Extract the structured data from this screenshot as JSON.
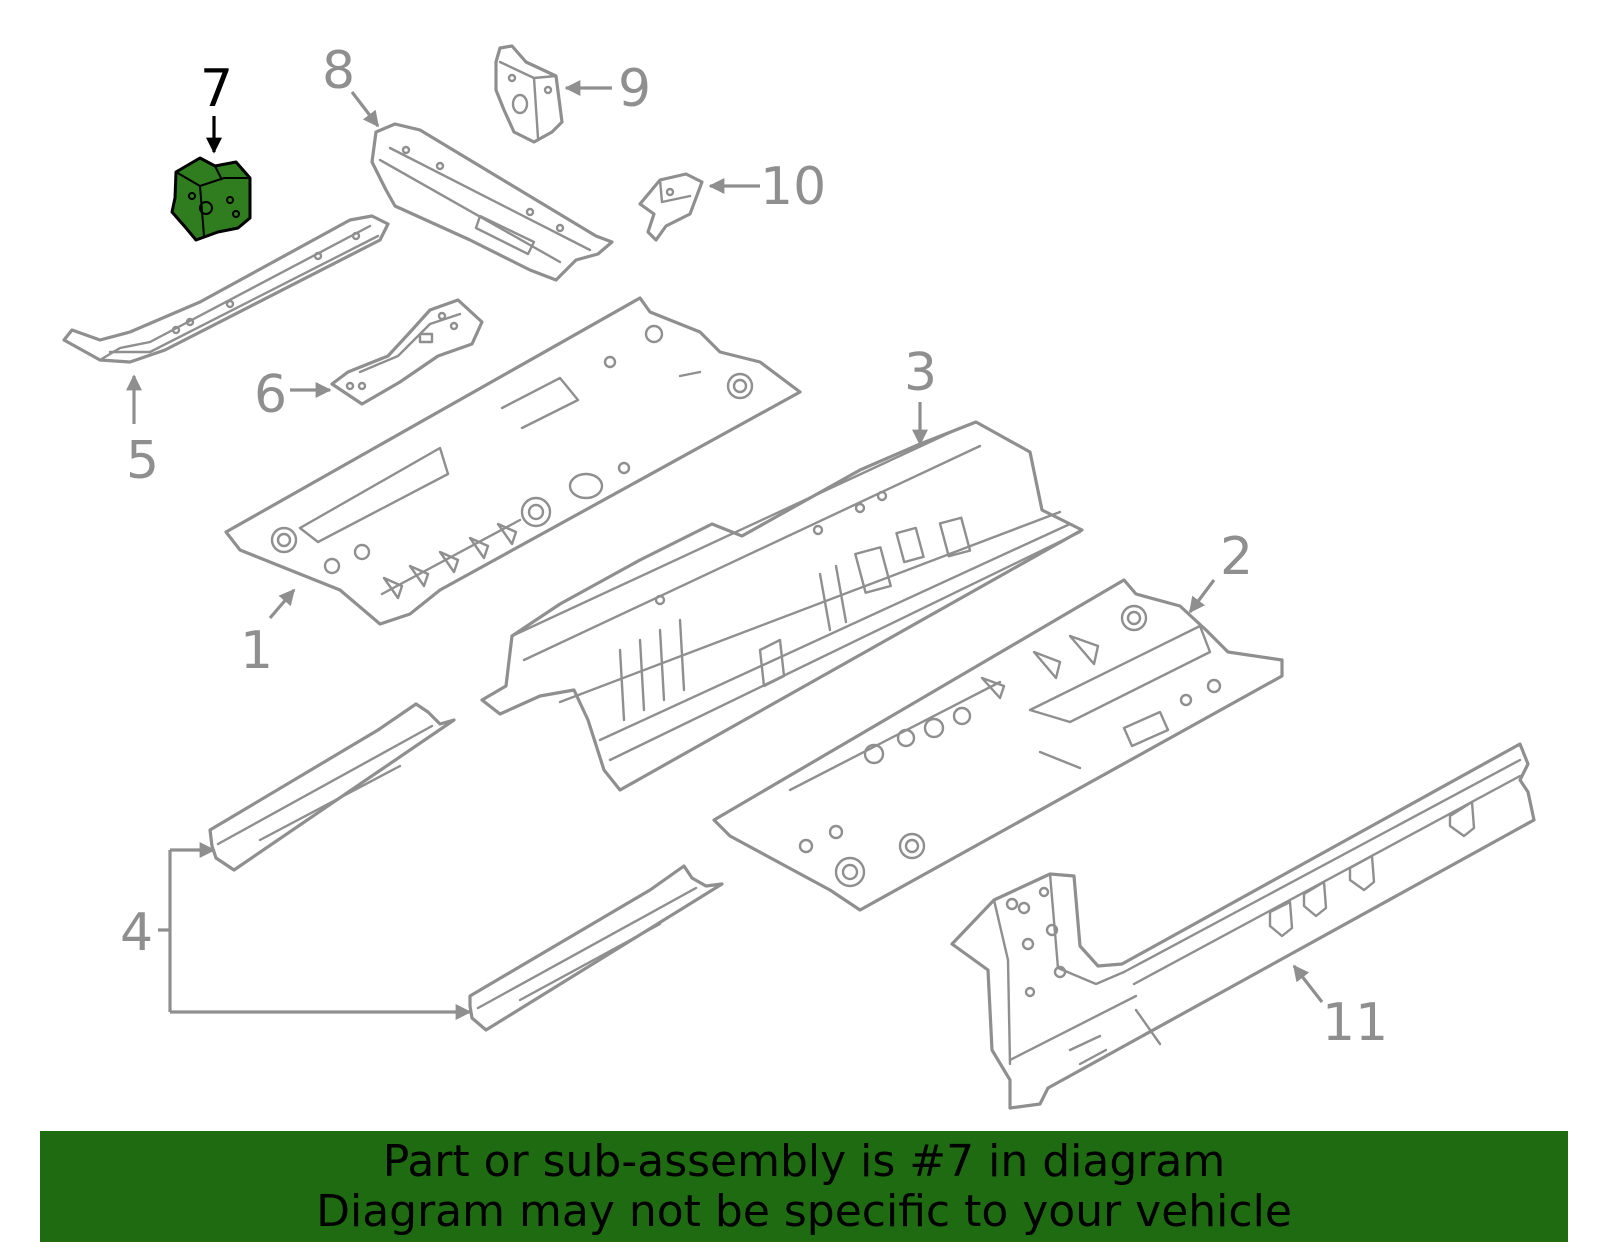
{
  "callouts": {
    "c1": "1",
    "c2": "2",
    "c3": "3",
    "c4": "4",
    "c5": "5",
    "c6": "6",
    "c7": "7",
    "c8": "8",
    "c9": "9",
    "c10": "10",
    "c11": "11"
  },
  "highlighted_part": "7",
  "banner": {
    "line1": "Part or sub-assembly is #7 in diagram",
    "line2": "Diagram may not be specific to your vehicle",
    "background_color": "#1e6b12"
  },
  "colors": {
    "part_line": "#8f8f8f",
    "highlight_fill": "#2f7d1f",
    "highlight_outline": "#000000"
  }
}
